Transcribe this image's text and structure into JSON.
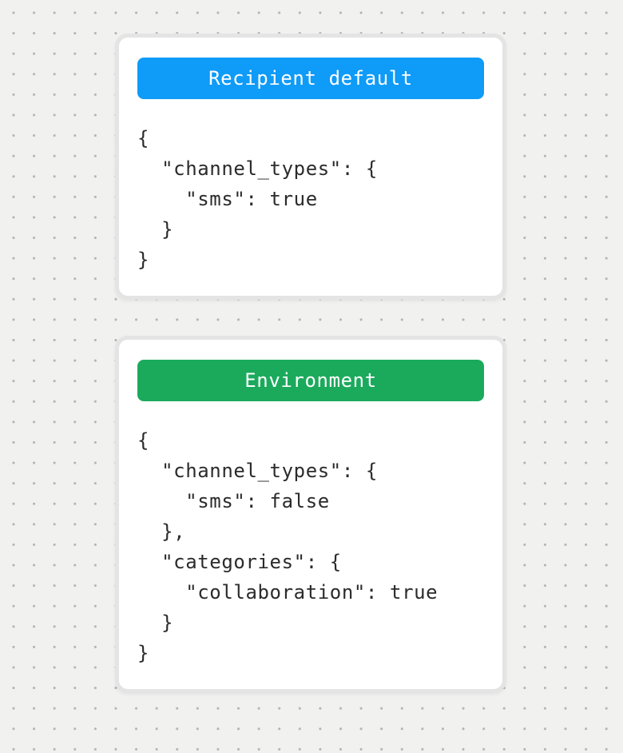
{
  "canvas": {
    "background_color": "#f1f1f0",
    "dot_color": "#b5b5b5",
    "card_border_color": "#e4e4e4",
    "code_text_color": "#2b2b2b"
  },
  "cards": [
    {
      "title": "Recipient default",
      "header_color": "#0f9bf8",
      "code_lines": [
        "{",
        "  \"channel_types\": {",
        "    \"sms\": true",
        "  }",
        "}"
      ]
    },
    {
      "title": "Environment",
      "header_color": "#1baa5c",
      "code_lines": [
        "{",
        "  \"channel_types\": {",
        "    \"sms\": false",
        "  },",
        "  \"categories\": {",
        "    \"collaboration\": true",
        "  }",
        "}"
      ]
    }
  ]
}
